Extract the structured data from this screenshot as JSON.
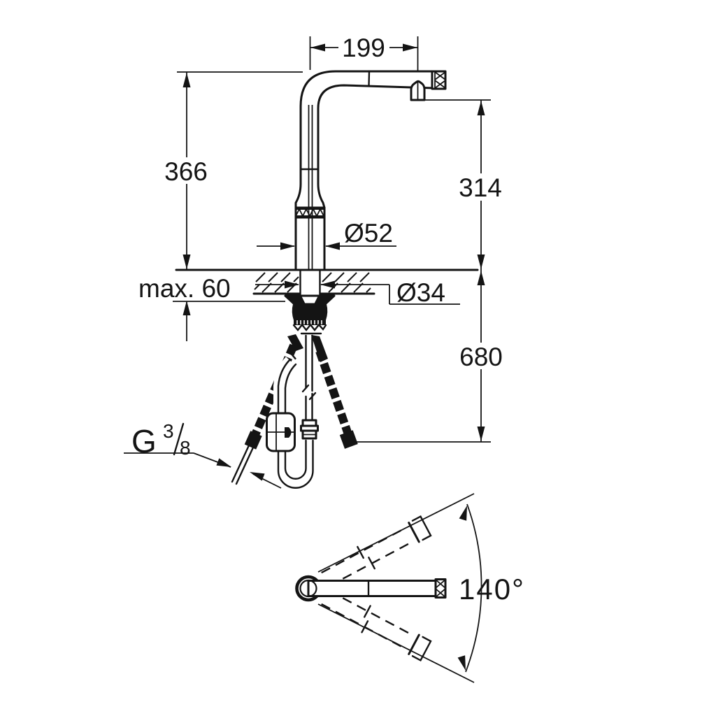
{
  "meta": {
    "drawing_type": "technical dimension drawing",
    "subject": "kitchen faucet with pull-out spray, installation dimensions",
    "units": "mm"
  },
  "colors": {
    "line": "#141414",
    "background": "#ffffff"
  },
  "dimensions": {
    "spout_reach": {
      "label": "199"
    },
    "height_above_deck": {
      "label": "366"
    },
    "spout_outlet_height": {
      "label": "314"
    },
    "base_diameter": {
      "label": "Ø52"
    },
    "max_deck_thickness": {
      "label": "max. 60"
    },
    "hole_diameter": {
      "label": "Ø34"
    },
    "hose_drop_length": {
      "label": "680"
    },
    "swivel_angle": {
      "label": "140°"
    },
    "thread": {
      "letter": "G",
      "numerator": "3",
      "denominator": "8"
    }
  }
}
